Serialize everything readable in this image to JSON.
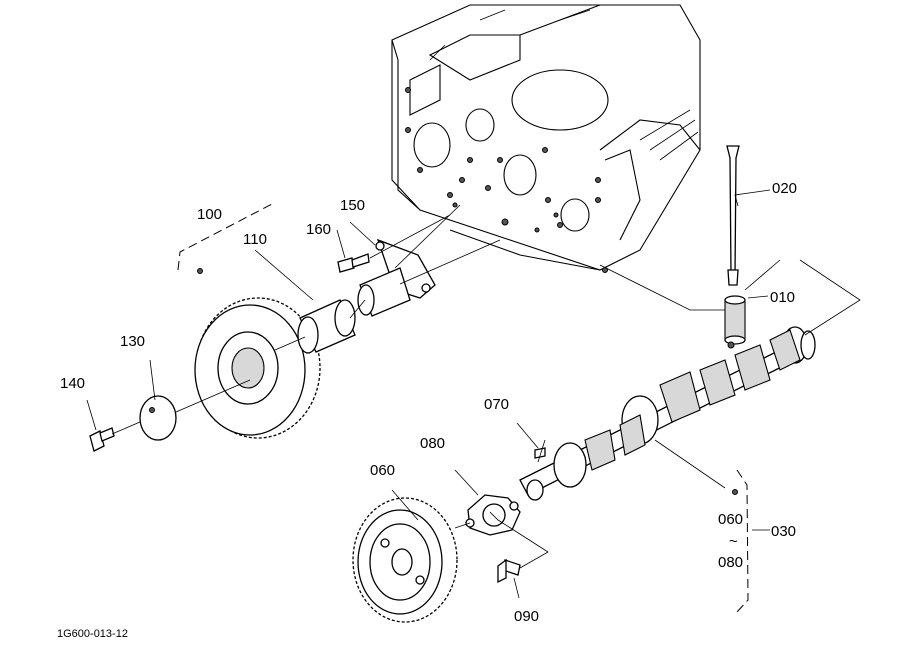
{
  "drawing_code": "1G600-013-12",
  "parts": {
    "p010": "010",
    "p020": "020",
    "p030": "030",
    "p060": "060",
    "p070": "070",
    "p080": "080",
    "p090": "090",
    "p100": "100",
    "p110": "110",
    "p130": "130",
    "p140": "140",
    "p150": "150",
    "p160": "160"
  },
  "range_label": {
    "from": "060",
    "tilde": "~",
    "to": "080"
  }
}
